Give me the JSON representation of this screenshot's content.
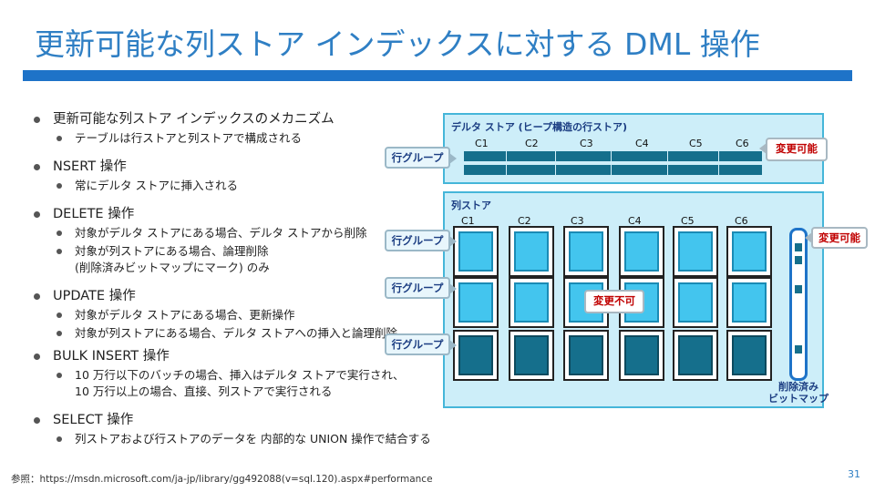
{
  "slide": {
    "title": "更新可能な列ストア インデックスに対する DML 操作",
    "page_number": "31",
    "reference": "参照：https://msdn.microsoft.com/ja-jp/library/gg492088(v=sql.120).aspx#performance"
  },
  "bullets": [
    {
      "text": "更新可能な列ストア インデックスのメカニズム",
      "subs": [
        "テーブルは行ストアと列ストアで構成される"
      ]
    },
    {
      "text": "NSERT 操作",
      "subs": [
        "常にデルタ ストアに挿入される"
      ]
    },
    {
      "text": "DELETE 操作",
      "subs": [
        "対象がデルタ ストアにある場合、デルタ ストアから削除",
        "対象が列ストアにある場合、論理削除",
        "(削除済みビットマップにマーク) のみ"
      ]
    },
    {
      "text": "UPDATE 操作",
      "subs": [
        "対象がデルタ ストアにある場合、更新操作",
        "対象が列ストアにある場合、デルタ ストアへの挿入と論理削除"
      ]
    },
    {
      "text": "BULK INSERT 操作",
      "subs": [
        "10 万行以下のバッチの場合、挿入はデルタ ストアで実行され、",
        "10 万行以上の場合、直接、列ストアで実行される"
      ]
    },
    {
      "text": "SELECT 操作",
      "subs": [
        "列ストアおよび行ストアのデータを  内部的な UNION 操作で結合する"
      ]
    }
  ],
  "diagram": {
    "delta_store_title": "デルタ ストア (ヒープ構造の行ストア)",
    "column_store_title": "列ストア",
    "columns": [
      "C1",
      "C2",
      "C3",
      "C4",
      "C5",
      "C6"
    ],
    "row_group_label": "行グループ",
    "updatable_label": "変更可能",
    "not_updatable_label": "変更不可",
    "bitmap_label_line1": "削除済み",
    "bitmap_label_line2": "ビットマップ",
    "colors": {
      "accent": "#1e73c8",
      "panel": "#cdeef9",
      "cell_light": "#43c5ee",
      "cell_dark": "#156f8c",
      "alert": "#c00000"
    }
  }
}
